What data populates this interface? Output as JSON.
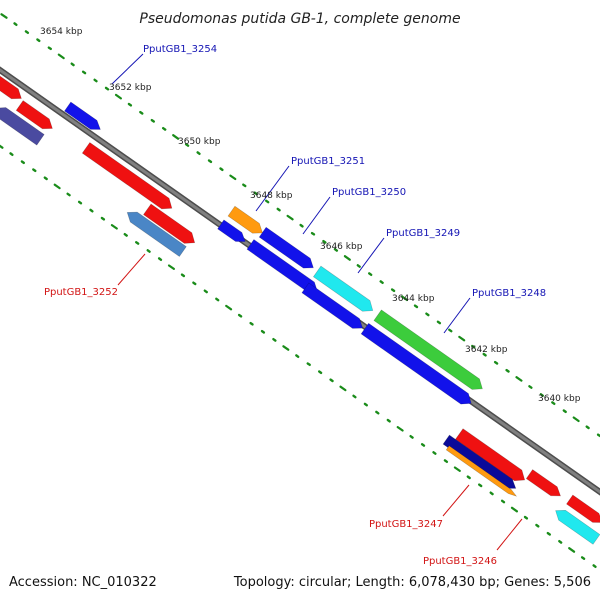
{
  "title": "Pseudomonas putida GB-1, complete genome",
  "footer": {
    "accession": "Accession: NC_010322",
    "summary": "Topology: circular; Length: 6,078,430 bp; Genes: 5,506"
  },
  "colors": {
    "backbone": "#808080",
    "backbone_edge": "#4d4d4d",
    "ruler": "#1a8c1a",
    "plus_label": "#1414b4",
    "minus_label": "#d21414",
    "red": "#ef1111",
    "dark_red": "#b30000",
    "blue": "#1212ea",
    "dark_blue": "#0a0a99",
    "navy": "#4a4aa0",
    "steel": "#4a86c6",
    "orange": "#ff9a10",
    "cyan": "#20e8ee",
    "green": "#3ccc3c"
  },
  "axis": {
    "unit": "kbp",
    "ticks": [
      {
        "label": "3654 kbp"
      },
      {
        "label": "3652 kbp"
      },
      {
        "label": "3650 kbp"
      },
      {
        "label": "3648 kbp"
      },
      {
        "label": "3646 kbp"
      },
      {
        "label": "3644 kbp"
      },
      {
        "label": "3642 kbp"
      },
      {
        "label": "3640 kbp"
      }
    ]
  },
  "genes": [
    {
      "name": "PputGB1_3254",
      "strand": "+"
    },
    {
      "name": "PputGB1_3252",
      "strand": "-"
    },
    {
      "name": "PputGB1_3251",
      "strand": "+"
    },
    {
      "name": "PputGB1_3250",
      "strand": "+"
    },
    {
      "name": "PputGB1_3249",
      "strand": "+"
    },
    {
      "name": "PputGB1_3248",
      "strand": "+"
    },
    {
      "name": "PputGB1_3247",
      "strand": "-"
    },
    {
      "name": "PputGB1_3246",
      "strand": "-"
    }
  ]
}
